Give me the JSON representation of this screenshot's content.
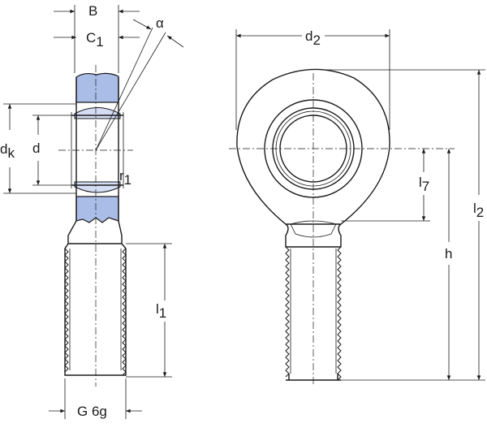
{
  "labels": {
    "B": "B",
    "C": "C",
    "C_sub": "1",
    "alpha": "α",
    "d2": "d",
    "d2_sub": "2",
    "dk": "d",
    "dk_sub": "k",
    "d": "d",
    "r1": "r",
    "r1_sub": "1",
    "l7": "l",
    "l7_sub": "7",
    "l2": "l",
    "l2_sub": "2",
    "h": "h",
    "l1": "l",
    "l1_sub": "1",
    "thread": "G 6g"
  },
  "colors": {
    "ring_fill": "#a9bde6",
    "ball_fill": "#d4ddf3",
    "line": "#1a1a1a"
  }
}
